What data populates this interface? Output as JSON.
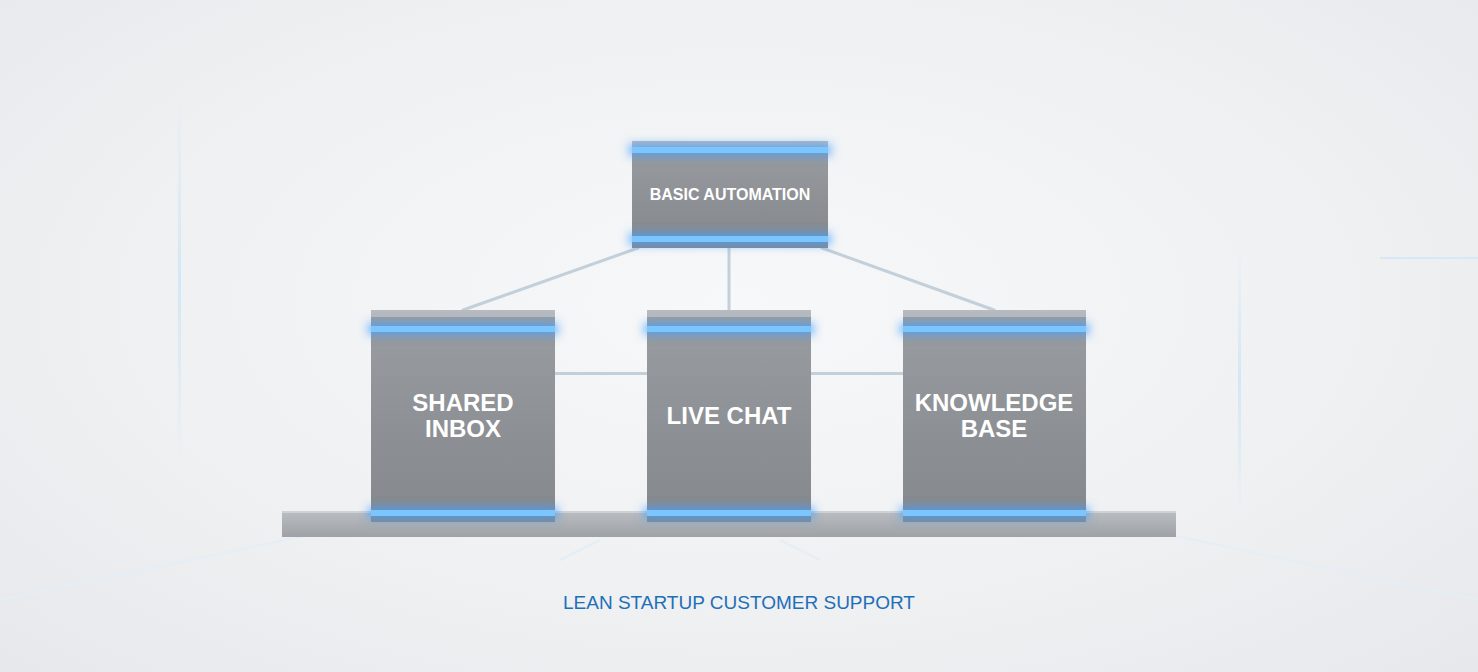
{
  "diagram": {
    "caption": "LEAN STARTUP CUSTOMER SUPPORT",
    "nodes": [
      {
        "text": [
          "BASIC AUTOMATION"
        ]
      },
      {
        "text": [
          "SHARED INBOX"
        ]
      },
      {
        "text": [
          "LIVE CHAT"
        ]
      },
      {
        "text": [
          "KNOWLEDGE BASE"
        ]
      }
    ],
    "edges": [
      {
        "from": 0,
        "to": 1,
        "arrow": "none"
      },
      {
        "from": 0,
        "to": 2,
        "arrow": "none"
      },
      {
        "from": 0,
        "to": 3,
        "arrow": "none"
      },
      {
        "from": 1,
        "to": 2,
        "arrow": "none"
      },
      {
        "from": 2,
        "to": 3,
        "arrow": "none"
      }
    ]
  }
}
